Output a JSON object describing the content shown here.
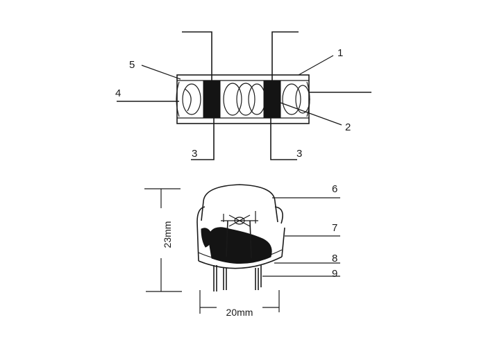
{
  "top_part": {
    "callouts": [
      "1",
      "2",
      "3",
      "3",
      "4",
      "5"
    ]
  },
  "bottom_part": {
    "callouts": [
      "6",
      "7",
      "8",
      "9"
    ],
    "height_dimension": "23mm",
    "width_dimension": "20mm"
  },
  "colors": {
    "ink": "#1a1a1a",
    "fill_dark": "#141414",
    "background": "#ffffff"
  }
}
